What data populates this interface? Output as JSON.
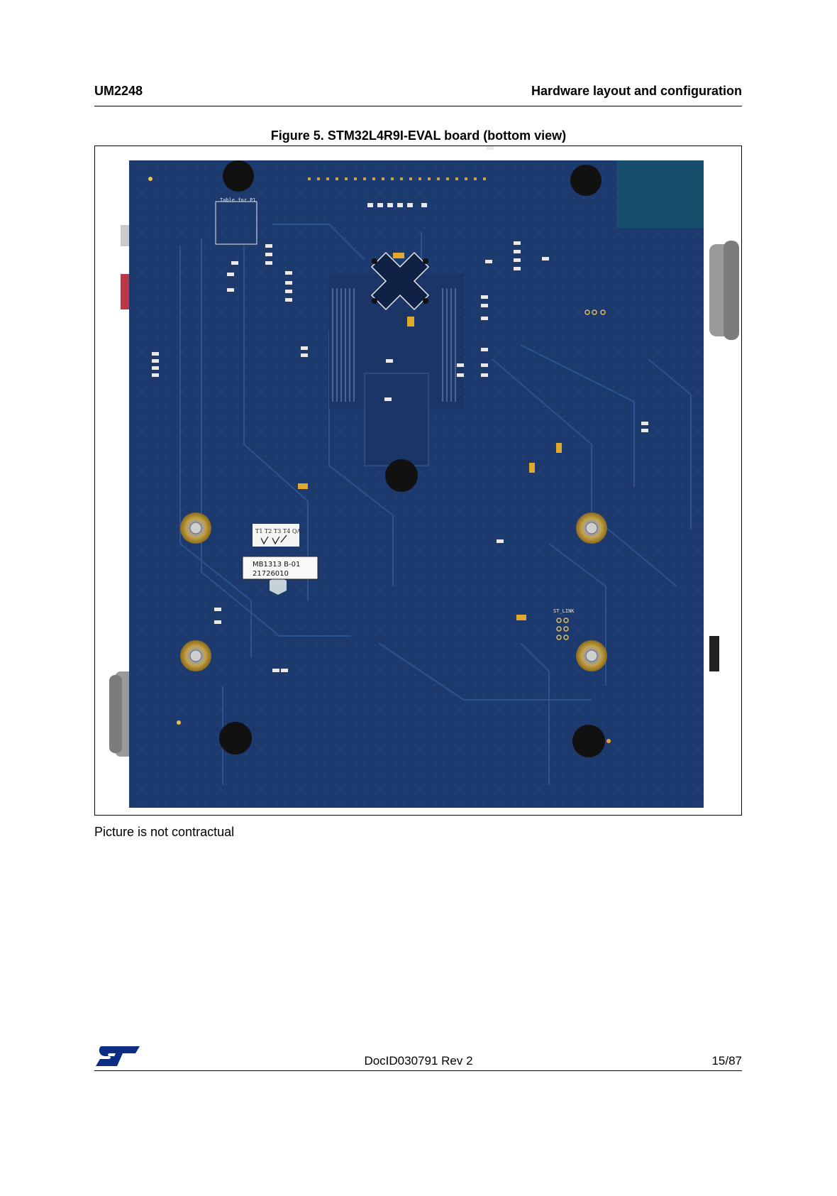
{
  "header": {
    "doc_code": "UM2248",
    "section_title": "Hardware layout and configuration"
  },
  "figure": {
    "caption": "Figure 5. STM32L4R9I-EVAL board (bottom view)",
    "board_label_line1": "MB1313  B-01",
    "board_label_line2": "21726010",
    "qa_label": "T1 T2 T3 T4 QA",
    "silk_table_title": "Table for P1",
    "silk_stlink": "ST_LINK"
  },
  "note": "Picture is not contractual",
  "footer": {
    "doc_id": "DocID030791 Rev 2",
    "page": "15/87"
  },
  "colors": {
    "pcb": "#1d3a6e",
    "pcb_dark": "#152c56",
    "accent_logo": "#0c2d83"
  },
  "icons": {
    "logo": "st-logo-icon"
  }
}
